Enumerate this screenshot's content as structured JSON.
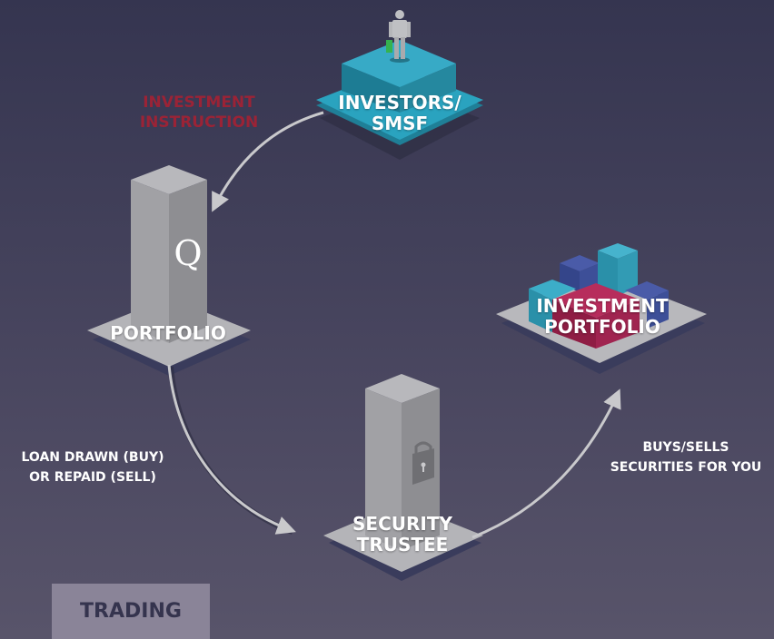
{
  "nodes": {
    "investors": {
      "line1": "INVESTORS/",
      "line2": "SMSF"
    },
    "portfolio": {
      "label": "PORTFOLIO",
      "logo": "Q"
    },
    "investment_portfolio": {
      "line1": "INVESTMENT",
      "line2": "PORTFOLIO"
    },
    "security_trustee": {
      "line1": "SECURITY",
      "line2": "TRUSTEE"
    }
  },
  "edges": {
    "investment_instruction": {
      "line1": "INVESTMENT",
      "line2": "INSTRUCTION"
    },
    "loan": {
      "line1": "LOAN DRAWN (BUY)",
      "line2": "OR REPAID (SELL)"
    },
    "buys_sells": {
      "line1": "BUYS/SELLS",
      "line2": "SECURITIES FOR YOU"
    }
  },
  "buttons": {
    "trading": "TRADING"
  },
  "icons": {
    "investor": "person-icon",
    "lock": "lock-icon"
  },
  "colors": {
    "background": "#3f3d57",
    "teal": "#2f9bb5",
    "crimson": "#a3234e",
    "navy_block": "#3e4f9a",
    "instruction_text": "#9b2336",
    "platform_grey": "#b9b9bd"
  }
}
